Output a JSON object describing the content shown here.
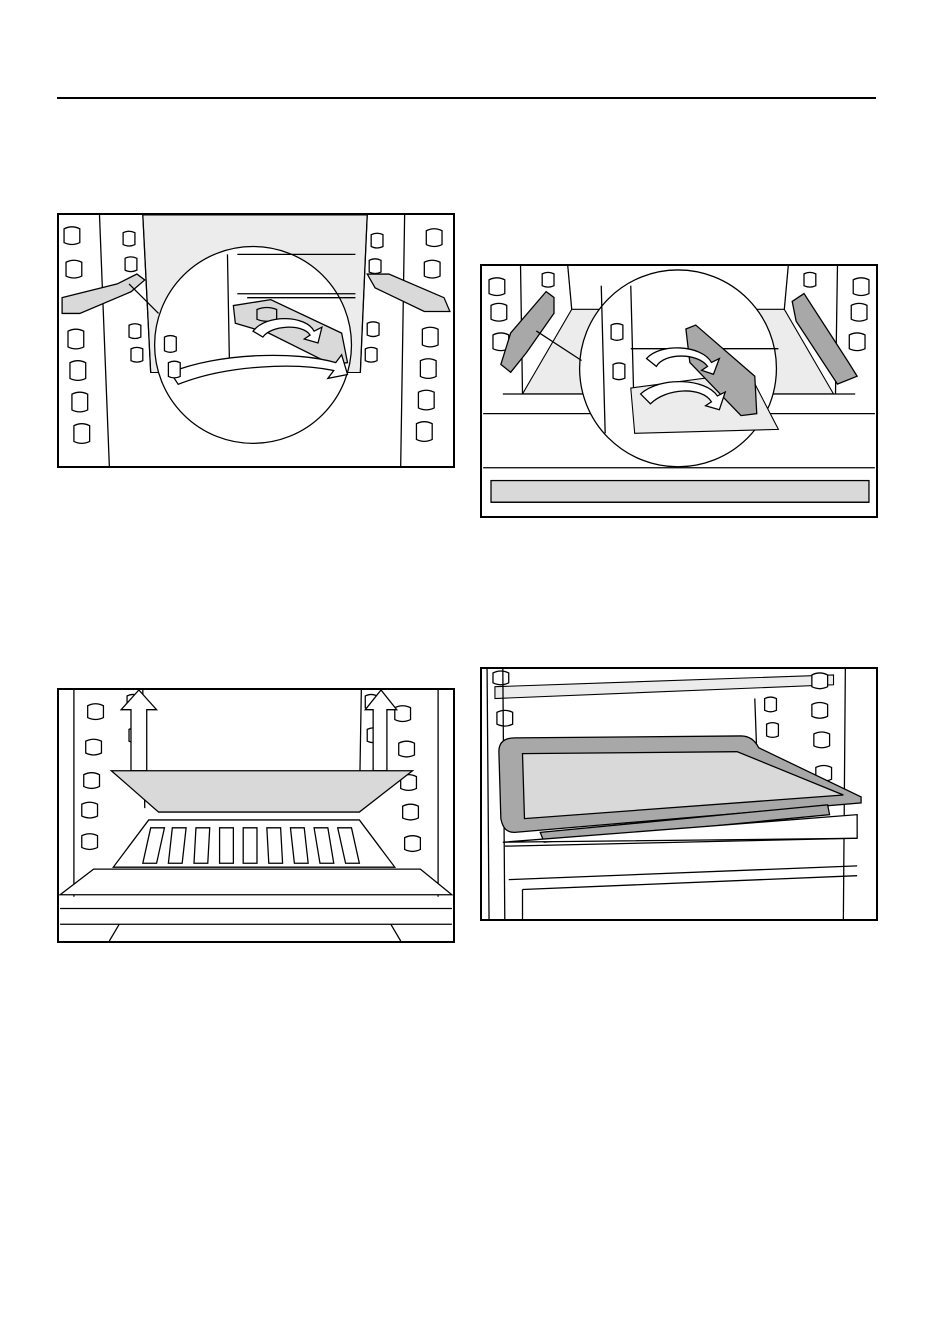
{
  "page": {
    "figures": [
      {
        "id": "fig1",
        "subject": "shelf-support-removal"
      },
      {
        "id": "fig2",
        "subject": "shelf-support-fitting"
      },
      {
        "id": "fig3",
        "subject": "glass-shelf-lifting"
      },
      {
        "id": "fig4",
        "subject": "baking-tray-inserted"
      }
    ]
  },
  "colors": {
    "line": "#000000",
    "panel_fill": "#d9d9d9",
    "part_fill": "#a8a8a8",
    "background": "#ffffff"
  }
}
